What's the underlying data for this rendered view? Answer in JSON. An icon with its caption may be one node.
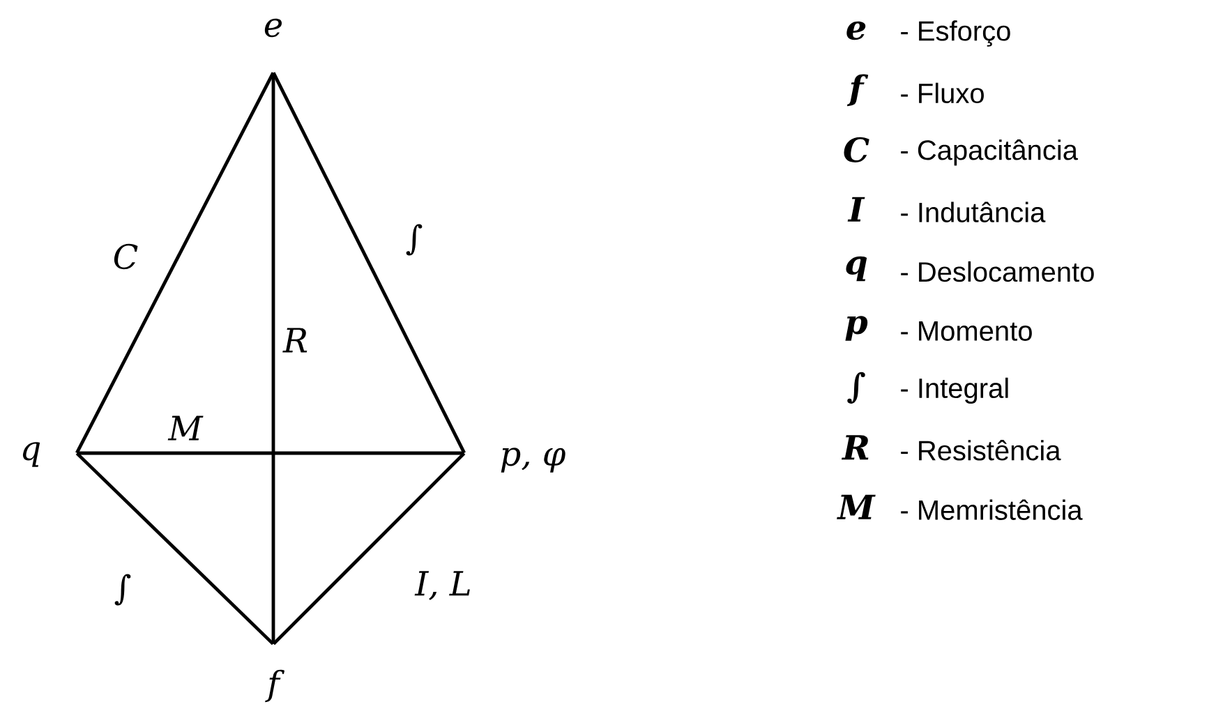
{
  "diagram": {
    "nodes": [
      {
        "text": [
          "e"
        ]
      },
      {
        "text": [
          "q"
        ]
      },
      {
        "text": [
          "p, φ"
        ]
      },
      {
        "text": [
          "f"
        ]
      }
    ],
    "edges": [
      {
        "from": 0,
        "to": 1,
        "arrow": "none",
        "label": "C"
      },
      {
        "from": 0,
        "to": 2,
        "arrow": "none",
        "label": "∫"
      },
      {
        "from": 0,
        "to": 3,
        "arrow": "none",
        "label": "R"
      },
      {
        "from": 1,
        "to": 2,
        "arrow": "none",
        "label": "M"
      },
      {
        "from": 1,
        "to": 3,
        "arrow": "none",
        "label": "∫"
      },
      {
        "from": 2,
        "to": 3,
        "arrow": "none",
        "label": "I, L"
      }
    ],
    "labels": [
      "e",
      "- Esforço",
      "f",
      "- Fluxo",
      "C",
      "- Capacitância",
      "I",
      "- Indutância",
      "q",
      "- Deslocamento",
      "p",
      "- Momento",
      "∫",
      "- Integral",
      "R",
      "- Resistência",
      "M",
      "- Memristência"
    ]
  }
}
